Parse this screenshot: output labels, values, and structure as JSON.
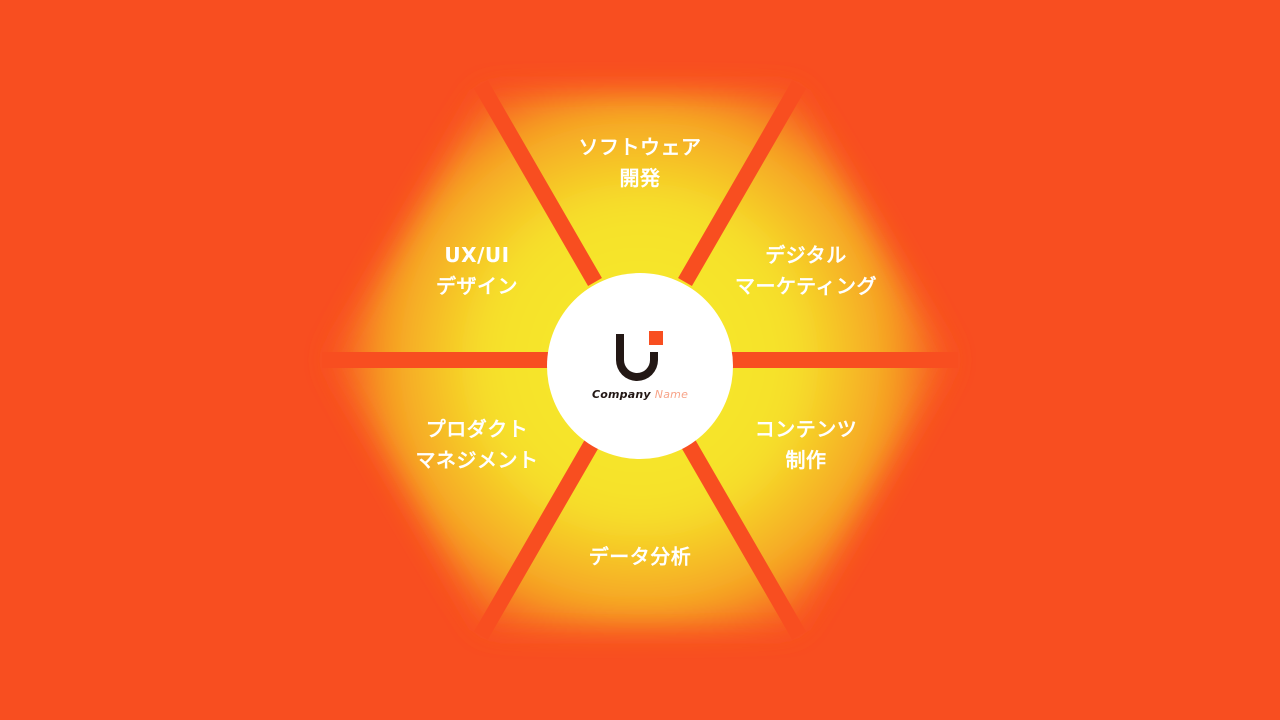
{
  "colors": {
    "background": "#f84e20",
    "glow_center": "#f6ec2c",
    "spoke": "#f84e20",
    "hub": "#ffffff",
    "logo_dark": "#231815",
    "logo_accent": "#f84e20"
  },
  "logo": {
    "icon": "u-letter-mark-icon",
    "word1": "Company",
    "word2": "Name"
  },
  "segments": [
    {
      "line1": "ソフトウェア",
      "line2": "開発"
    },
    {
      "line1": "デジタル",
      "line2": "マーケティング"
    },
    {
      "line1": "コンテンツ",
      "line2": "制作"
    },
    {
      "line1": "データ分析",
      "line2": ""
    },
    {
      "line1": "プロダクト",
      "line2": "マネジメント"
    },
    {
      "line1": "UX/UI",
      "line2": "デザイン"
    }
  ]
}
